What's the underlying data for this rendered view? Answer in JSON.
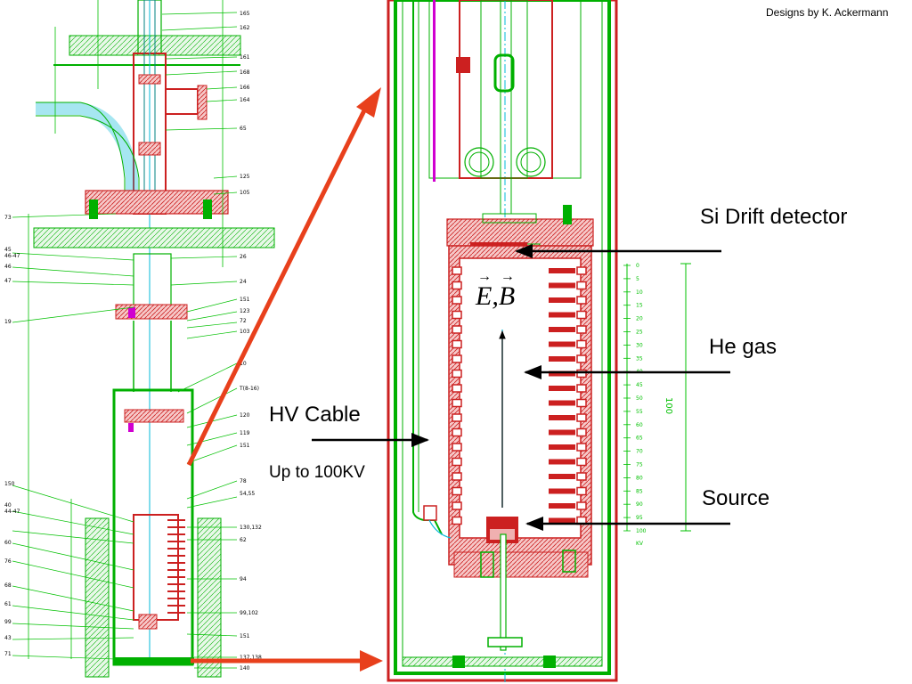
{
  "credit": "Designs by K. Ackermann",
  "labels": {
    "si_drift": "Si Drift detector",
    "he_gas": "He gas",
    "hv_cable": "HV Cable",
    "hv_up_to": "Up to 100KV",
    "source": "Source",
    "field_e": "E",
    "field_sep": ",",
    "field_b": "B"
  },
  "scale": {
    "ticks": [
      "0",
      "5",
      "10",
      "15",
      "20",
      "25",
      "30",
      "35",
      "40",
      "45",
      "50",
      "55",
      "60",
      "65",
      "70",
      "75",
      "80",
      "85",
      "90",
      "95",
      "100"
    ],
    "unit": "KV",
    "length": "100"
  },
  "part_numbers_left": [
    "73",
    "45",
    "46-47",
    "46",
    "47",
    "19",
    "150",
    "40",
    "44-47",
    "60",
    "76",
    "68",
    "61",
    "99",
    "43",
    "71"
  ],
  "part_numbers_right": [
    "165",
    "162",
    "161",
    "168",
    "166",
    "164",
    "65",
    "125",
    "105",
    "26",
    "24",
    "151",
    "123",
    "72",
    "103",
    "10",
    "T(8-16)",
    "120",
    "119",
    "151",
    "78",
    "54,55",
    "130,132",
    "62",
    "94",
    "99,102",
    "151",
    "137,138",
    "140"
  ],
  "colors": {
    "drawing_green": "#00c000",
    "vessel_red": "#cc2020",
    "arrow_orange": "#e8401c",
    "hatch_pink": "#f0b0b0",
    "cable_cyan": "#00b8d8",
    "marker_magenta": "#d000d0"
  }
}
